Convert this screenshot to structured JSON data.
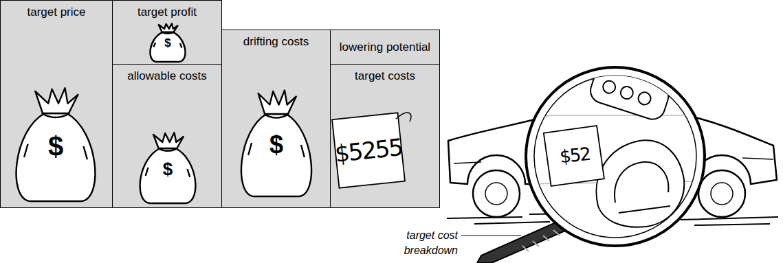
{
  "diagram": {
    "nodes": [
      {
        "text": [
          "target price",
          "$"
        ]
      },
      {
        "text": [
          "target profit",
          "$"
        ]
      },
      {
        "text": [
          "allowable costs",
          "$"
        ]
      },
      {
        "text": [
          "drifting costs",
          "$"
        ]
      },
      {
        "text": [
          "lowering potential"
        ]
      },
      {
        "text": [
          "target costs",
          "$5255"
        ]
      }
    ],
    "labels": [
      "$52",
      "target cost breakdown"
    ]
  }
}
